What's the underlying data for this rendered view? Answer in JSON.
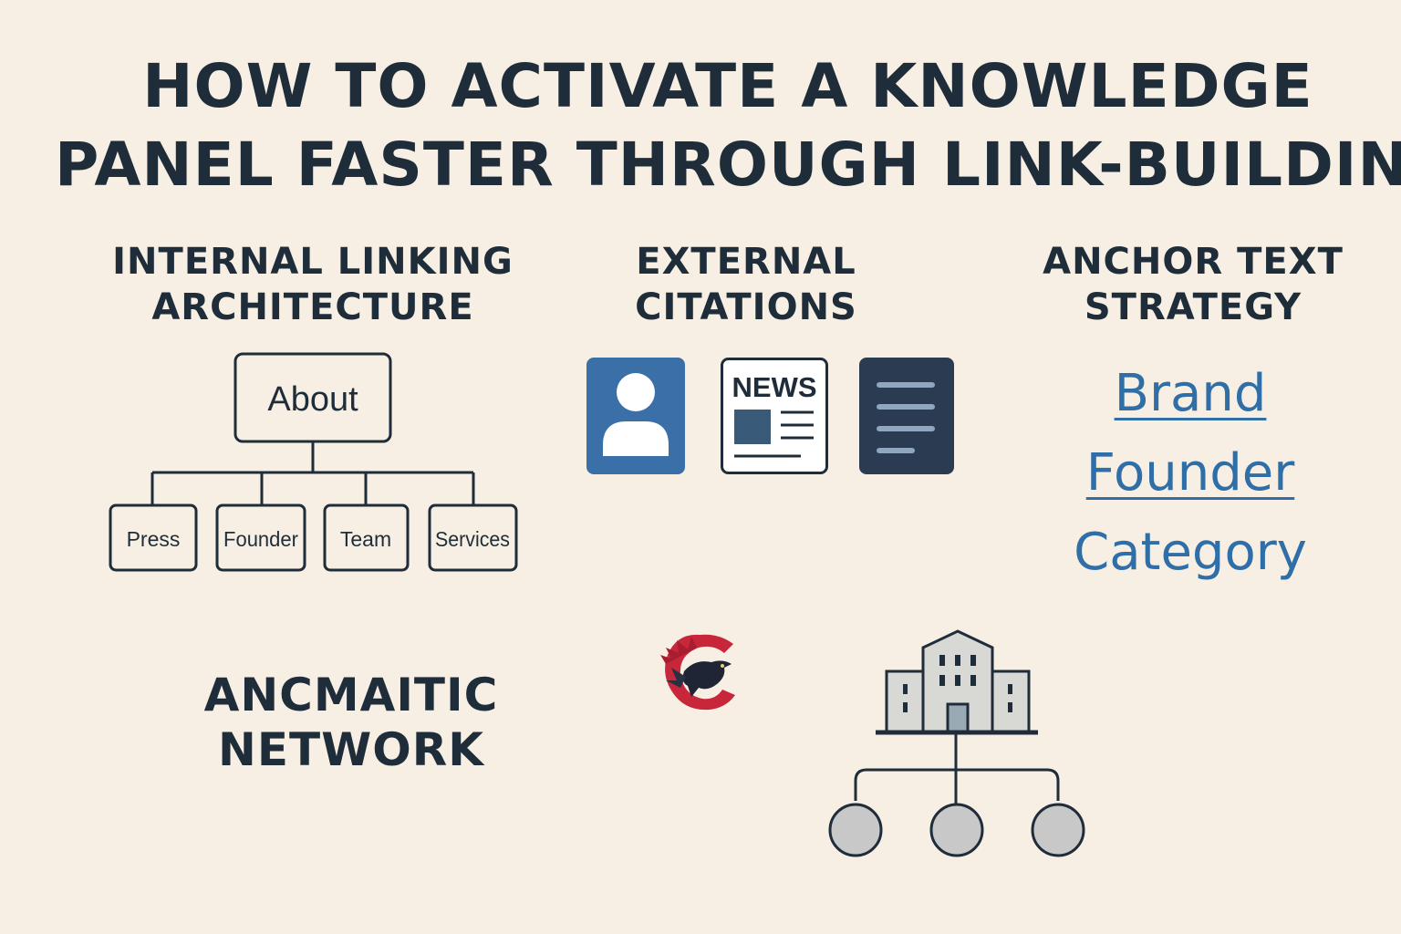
{
  "title": {
    "line1": "HOW TO ACTIVATE A KNOWLEDGE",
    "line2": "PANEL FASTER THROUGH LINK-BUILDING"
  },
  "sections": {
    "internal": {
      "heading_line1": "INTERNAL LINKING",
      "heading_line2": "ARCHITECTURE",
      "root": "About",
      "children": [
        "Press",
        "Founder",
        "Team",
        "Services"
      ]
    },
    "external": {
      "heading_line1": "EXTERNAL",
      "heading_line2": "CITATIONS",
      "news_label": "NEWS",
      "icons": [
        "profile-card-icon",
        "newspaper-icon",
        "document-icon"
      ]
    },
    "anchor": {
      "heading_line1": "ANCHOR TEXT",
      "heading_line2": "STRATEGY",
      "links": [
        "Brand",
        "Founder",
        "Category"
      ]
    },
    "network": {
      "heading_line1": "ANCMAITIC",
      "heading_line2": "NETWORK",
      "icons": [
        "phoenix-bird-logo",
        "organization-building-icon"
      ]
    }
  },
  "colors": {
    "background": "#f7efe3",
    "text_dark": "#1f2d3a",
    "accent_blue": "#2f6ea7",
    "profile_blue": "#3a6fa8",
    "doc_navy": "#2b3b52",
    "logo_red": "#c8263a"
  }
}
